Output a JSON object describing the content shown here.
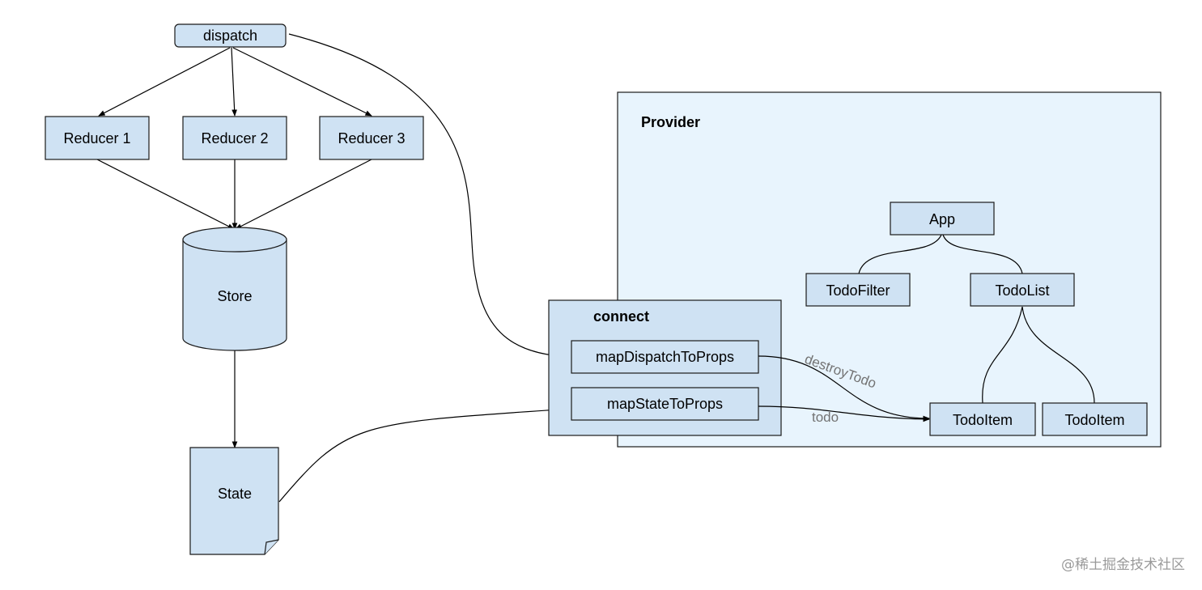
{
  "colors": {
    "node_fill": "#cfe2f3",
    "provider_fill": "#e8f4fd",
    "stroke": "#1a1a1a",
    "label_gray": "#737373"
  },
  "nodes": {
    "dispatch": "dispatch",
    "reducer1": "Reducer 1",
    "reducer2": "Reducer 2",
    "reducer3": "Reducer 3",
    "store": "Store",
    "state": "State",
    "provider": "Provider",
    "connect": "connect",
    "map_dispatch": "mapDispatchToProps",
    "map_state": "mapStateToProps",
    "app": "App",
    "todo_filter": "TodoFilter",
    "todo_list": "TodoList",
    "todo_item_1": "TodoItem",
    "todo_item_2": "TodoItem"
  },
  "edge_labels": {
    "destroy_todo": "destroyTodo",
    "todo": "todo"
  },
  "watermark": "@稀土掘金技术社区"
}
